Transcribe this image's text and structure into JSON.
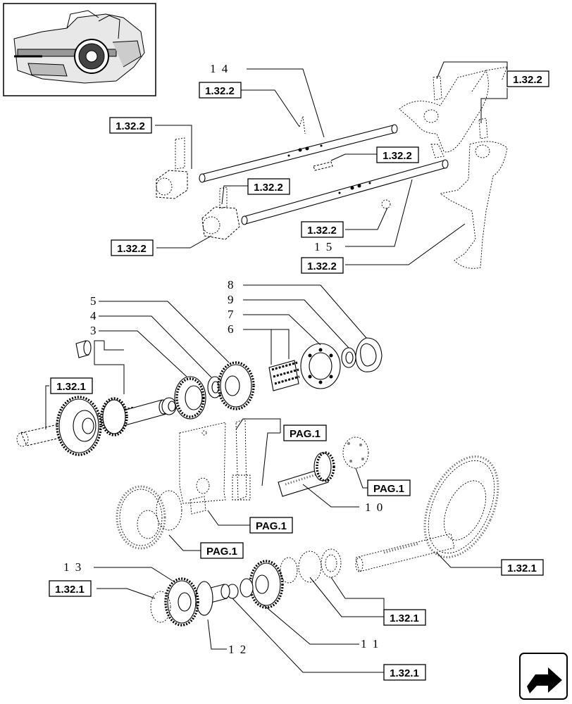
{
  "references": {
    "r1_32_2": "1.32.2",
    "r1_32_1": "1.32.1",
    "pag1": "PAG.1"
  },
  "part_numbers": {
    "p3": "3",
    "p4": "4",
    "p5": "5",
    "p6": "6",
    "p7": "7",
    "p8": "8",
    "p9": "9",
    "p10": "1 0",
    "p11": "1 1",
    "p12": "1 2",
    "p13": "1 3",
    "p14": "1 4",
    "p15": "1 5"
  },
  "icons": {
    "thumbnail": "transmission-location-thumbnail",
    "navigation": "next-page-arrow-icon"
  },
  "colors": {
    "line": "#000000",
    "background": "#ffffff"
  }
}
